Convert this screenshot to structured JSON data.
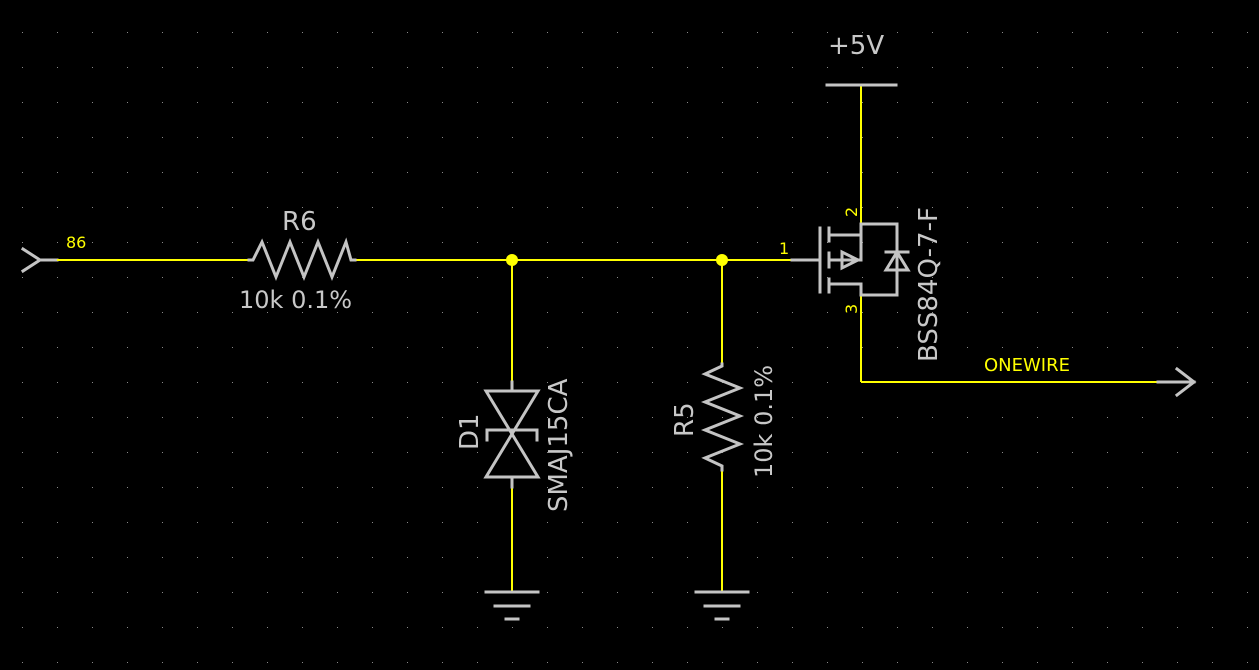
{
  "schematic": {
    "background": "#000000",
    "wire_color": "#ffff00",
    "symbol_color": "#c4c4c4",
    "nets": {
      "input": "86",
      "output": "ONEWIRE"
    },
    "power": {
      "label": "+5V"
    },
    "components": {
      "R6": {
        "ref": "R6",
        "value": "10k 0.1%"
      },
      "R5": {
        "ref": "R5",
        "value": "10k 0.1%"
      },
      "D1": {
        "ref": "D1",
        "value": "SMAJ15CA"
      },
      "Q": {
        "value": "BSS84Q-7-F",
        "pins": {
          "gate": "1",
          "source": "2",
          "drain": "3"
        }
      }
    }
  }
}
